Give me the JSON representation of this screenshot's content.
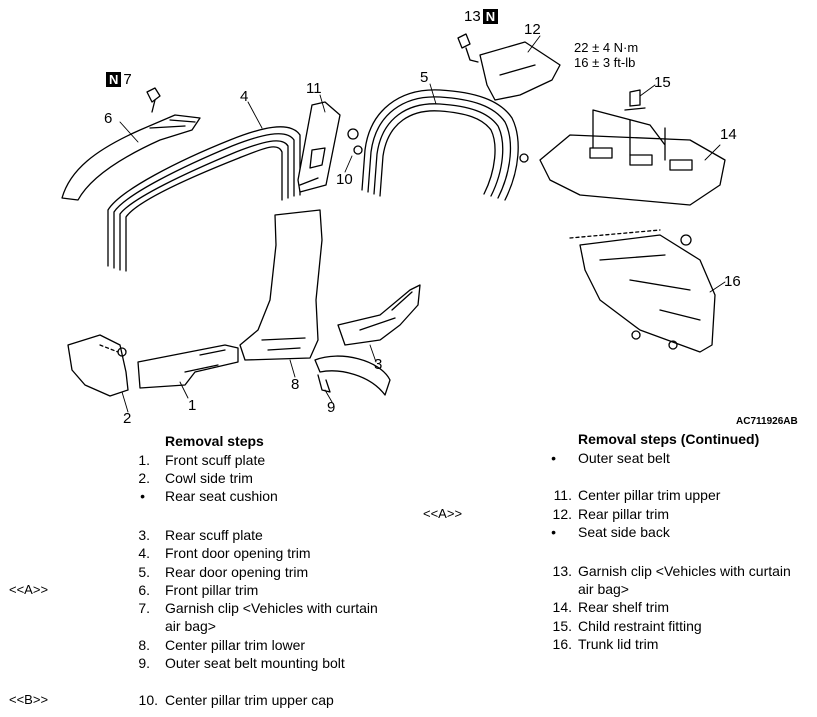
{
  "figure_code": "AC711926AB",
  "torque": {
    "line1": "22 ± 4 N·m",
    "line2": "16 ± 3 ft-lb"
  },
  "n_badge": "N",
  "callouts": [
    "1",
    "2",
    "3",
    "4",
    "5",
    "6",
    "7",
    "8",
    "9",
    "10",
    "11",
    "12",
    "13",
    "14",
    "15",
    "16"
  ],
  "left_list": {
    "heading": "Removal steps",
    "items": [
      {
        "num": "1.",
        "text": "Front scuff plate"
      },
      {
        "num": "2.",
        "text": "Cowl side trim"
      },
      {
        "num": "•",
        "text": "Rear seat cushion"
      },
      {
        "num": "3.",
        "text": "Rear scuff plate"
      },
      {
        "num": "4.",
        "text": "Front door opening trim"
      },
      {
        "num": "5.",
        "text": "Rear door opening trim"
      },
      {
        "num": "6.",
        "text": "Front pillar trim",
        "note": "<<A>>"
      },
      {
        "num": "7.",
        "text": "Garnish clip <Vehicles with curtain",
        "text2": "air bag>"
      },
      {
        "num": "8.",
        "text": "Center pillar trim lower"
      },
      {
        "num": "9.",
        "text": "Outer seat belt mounting bolt"
      },
      {
        "num": "10.",
        "text": "Center pillar trim upper cap",
        "note": "<<B>>"
      }
    ]
  },
  "right_list": {
    "heading": "Removal steps (Continued)",
    "items": [
      {
        "num": "•",
        "text": "Outer seat belt"
      },
      {
        "num": "11.",
        "text": "Center pillar trim upper"
      },
      {
        "num": "12.",
        "text": "Rear pillar trim",
        "note": "<<A>>"
      },
      {
        "num": "•",
        "text": "Seat side back"
      },
      {
        "num": "13.",
        "text": "Garnish clip <Vehicles with curtain",
        "text2": "air bag>"
      },
      {
        "num": "14.",
        "text": "Rear shelf trim"
      },
      {
        "num": "15.",
        "text": "Child restraint fitting"
      },
      {
        "num": "16.",
        "text": "Trunk lid trim"
      }
    ]
  }
}
